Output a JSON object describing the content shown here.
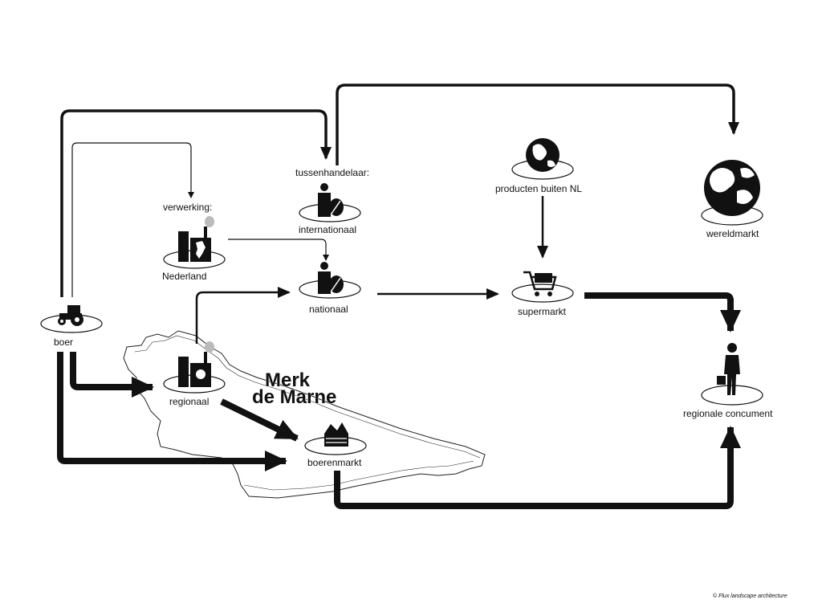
{
  "nodes": {
    "boer": "boer",
    "verwerking_title": "verwerking:",
    "nederland": "Nederland",
    "tussenhandelaar_title": "tussenhandelaar:",
    "internationaal": "internationaal",
    "nationaal": "nationaal",
    "producten_buiten_nl": "producten buiten NL",
    "wereldmarkt": "wereldmarkt",
    "supermarkt": "supermarkt",
    "regionaal": "regionaal",
    "boerenmarkt": "boerenmarkt",
    "regionale_concument": "regionale concument"
  },
  "logo": {
    "line1": "Merk",
    "line2": "de Marne"
  },
  "credit": "© Flux landscape architecture",
  "icons": [
    "tractor-icon",
    "factory-icon",
    "trader-icon",
    "globe-icon",
    "world-icon",
    "shopping-cart-icon",
    "market-crate-icon",
    "consumer-icon",
    "map-de-marne"
  ]
}
